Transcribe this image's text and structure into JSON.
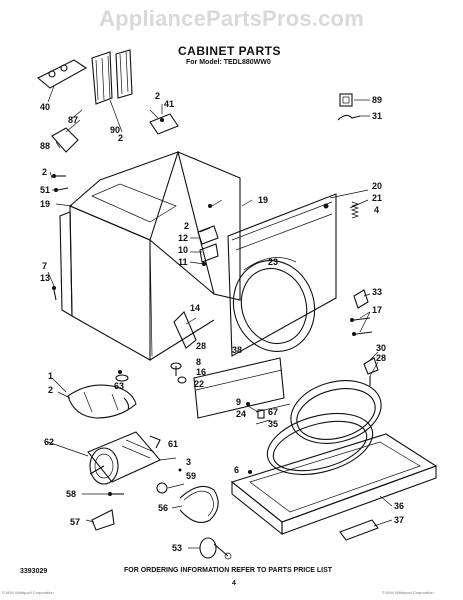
{
  "watermark": "AppliancePartsPros.com",
  "title": "CABINET PARTS",
  "model": "For Model: TEDL880WW0",
  "callouts": {
    "c40": "40",
    "c87": "87",
    "c88": "88",
    "c90": "90",
    "c2a": "2",
    "c41": "41",
    "c2b": "2",
    "c2c": "2",
    "c51": "51",
    "c19a": "19",
    "c2d": "2",
    "c12": "12",
    "c10": "10",
    "c11": "11",
    "c19b": "19",
    "c89": "89",
    "c31": "31",
    "c20": "20",
    "c21": "21",
    "c4a": "4",
    "c23": "23",
    "c33": "33",
    "c17": "17",
    "c7": "7",
    "c13": "13",
    "c14": "14",
    "c38": "38",
    "c30": "30",
    "c28a": "28",
    "c28b": "28",
    "c8": "8",
    "c16": "16",
    "c22": "22",
    "c1": "1",
    "c2e": "2",
    "c63": "63",
    "c9": "9",
    "c24": "24",
    "c35": "35",
    "c67": "67",
    "c6": "6",
    "c62": "62",
    "c61": "61",
    "c3": "3",
    "c59": "59",
    "c58": "58",
    "c56": "56",
    "c57": "57",
    "c53": "53",
    "c36": "36",
    "c37": "37"
  },
  "footer": {
    "code": "3393029",
    "notice": "FOR ORDERING INFORMATION REFER TO PARTS PRICE LIST",
    "page": "4"
  },
  "fine_print": "©1994 Whirlpool Corporation"
}
